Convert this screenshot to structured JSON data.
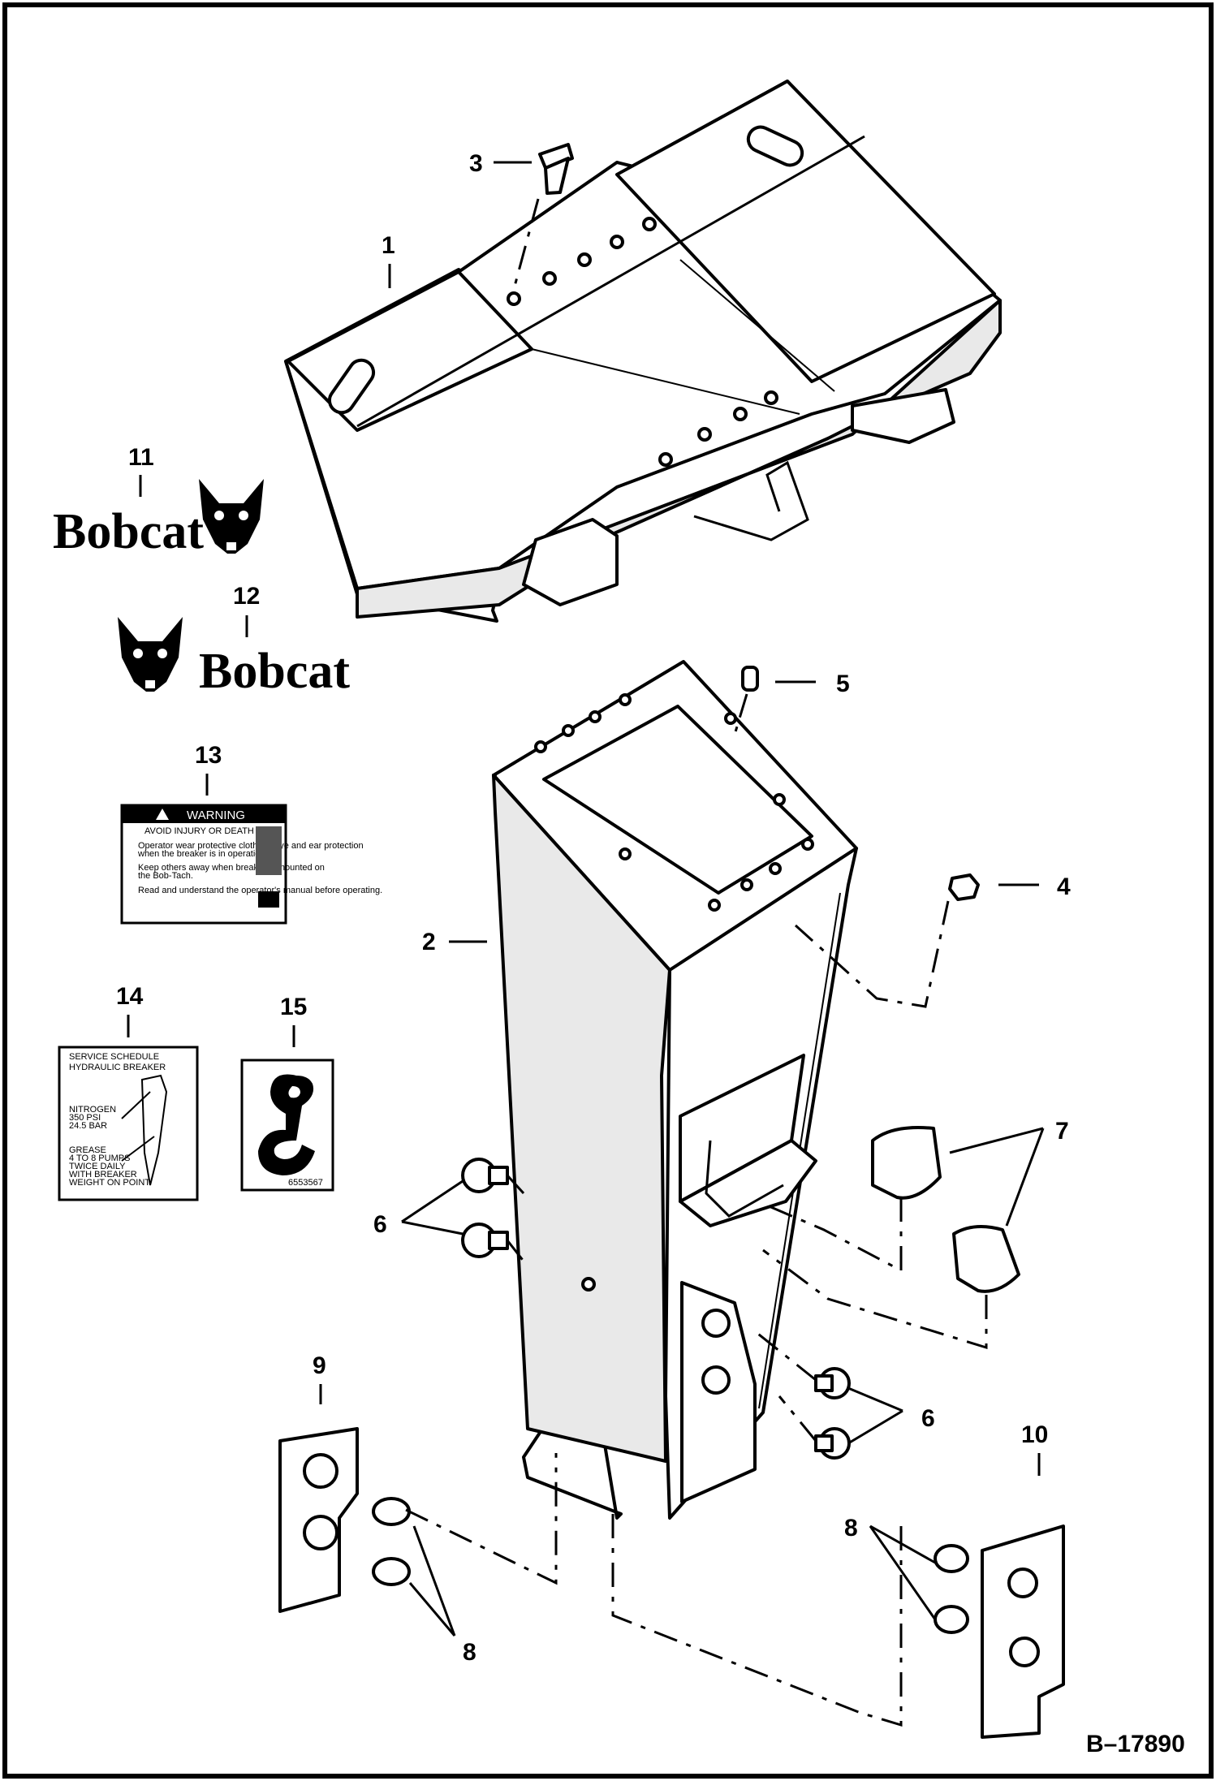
{
  "figure_id": "B–17890",
  "callouts": [
    "1",
    "2",
    "3",
    "4",
    "5",
    "6",
    "6",
    "7",
    "8",
    "8",
    "9",
    "10",
    "11",
    "12",
    "13",
    "14",
    "15"
  ],
  "decals": {
    "brand_name_11": "Bobcat",
    "brand_name_12": "Bobcat",
    "warning_title": "WARNING",
    "warning_lines": [
      "AVOID INJURY OR DEATH",
      "Operator wear protective clothing, eye and ear protection",
      "when the breaker is in operation.",
      "Keep others away when breaker is mounted on",
      "the Bob-Tach.",
      "Read and understand the operator's manual before operating."
    ],
    "service_title_1": "SERVICE SCHEDULE",
    "service_title_2": "HYDRAULIC BREAKER",
    "service_label_1a": "NITROGEN",
    "service_label_1b": "350 PSI",
    "service_label_1c": "24.5 BAR",
    "service_label_2a": "GREASE",
    "service_label_2b": "4 TO 8 PUMPS",
    "service_label_2c": "TWICE DAILY",
    "service_label_2d": "WITH BREAKER",
    "service_label_2e": "WEIGHT ON POINT",
    "hook_decal_code": "6553567"
  }
}
